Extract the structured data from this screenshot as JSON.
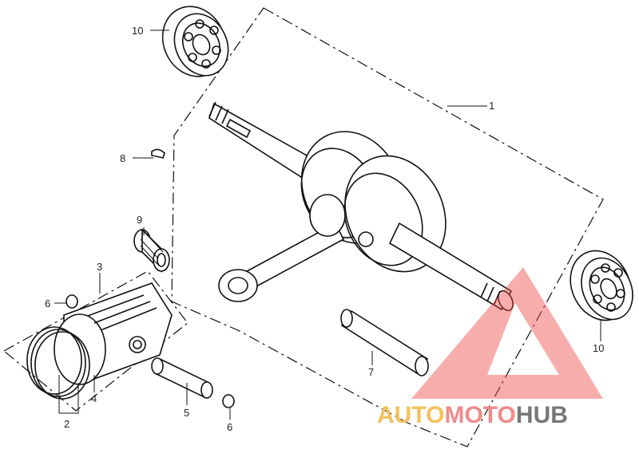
{
  "parts": [
    {
      "number": "1",
      "callout": "1"
    },
    {
      "number": "2",
      "callout": "2"
    },
    {
      "number": "3",
      "callout": "3"
    },
    {
      "number": "4",
      "callout": "4"
    },
    {
      "number": "5",
      "callout": "5"
    },
    {
      "number": "6",
      "callout": "6"
    },
    {
      "number": "6b",
      "callout": "6"
    },
    {
      "number": "7",
      "callout": "7"
    },
    {
      "number": "8",
      "callout": "8"
    },
    {
      "number": "9",
      "callout": "9"
    },
    {
      "number": "10",
      "callout": "10"
    },
    {
      "number": "10b",
      "callout": "10"
    }
  ],
  "watermark": {
    "part1": "AUTO",
    "part2": "MOTO",
    "part3": "HUB",
    "colors": {
      "auto": "#f3c15a",
      "moto": "#f08a8a",
      "hub": "#777777",
      "triangle": "#f04a4a"
    }
  }
}
